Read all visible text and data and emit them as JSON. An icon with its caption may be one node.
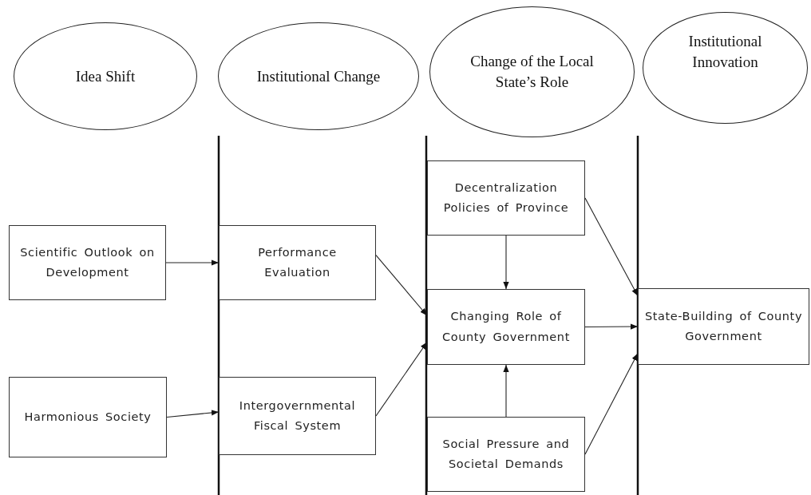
{
  "diagram": {
    "nodes": [
      {
        "text": [
          "Idea Shift"
        ]
      },
      {
        "text": [
          "Institutional Change"
        ]
      },
      {
        "text": [
          "Change of the Local State’s Role"
        ]
      },
      {
        "text": [
          "Institutional Innovation"
        ]
      },
      {
        "text": [
          "Scientific Outlook on Development"
        ]
      },
      {
        "text": [
          "Harmonious Society"
        ]
      },
      {
        "text": [
          "Performance Evaluation"
        ]
      },
      {
        "text": [
          "Intergovernmental Fiscal System"
        ]
      },
      {
        "text": [
          "Decentralization Policies of Province"
        ]
      },
      {
        "text": [
          "Changing Role of County Government"
        ]
      },
      {
        "text": [
          "Social Pressure and Societal Demands"
        ]
      },
      {
        "text": [
          "State-Building of County Government"
        ]
      }
    ],
    "edges": [
      {
        "from": 4,
        "to": 6,
        "arrow": "to"
      },
      {
        "from": 5,
        "to": 7,
        "arrow": "to"
      },
      {
        "from": 6,
        "to": 9,
        "arrow": "to"
      },
      {
        "from": 7,
        "to": 9,
        "arrow": "to"
      },
      {
        "from": 8,
        "to": 9,
        "arrow": "to"
      },
      {
        "from": 10,
        "to": 9,
        "arrow": "to"
      },
      {
        "from": 9,
        "to": 11,
        "arrow": "to"
      },
      {
        "from": 8,
        "to": 11,
        "arrow": "to"
      },
      {
        "from": 10,
        "to": 11,
        "arrow": "to"
      }
    ]
  }
}
